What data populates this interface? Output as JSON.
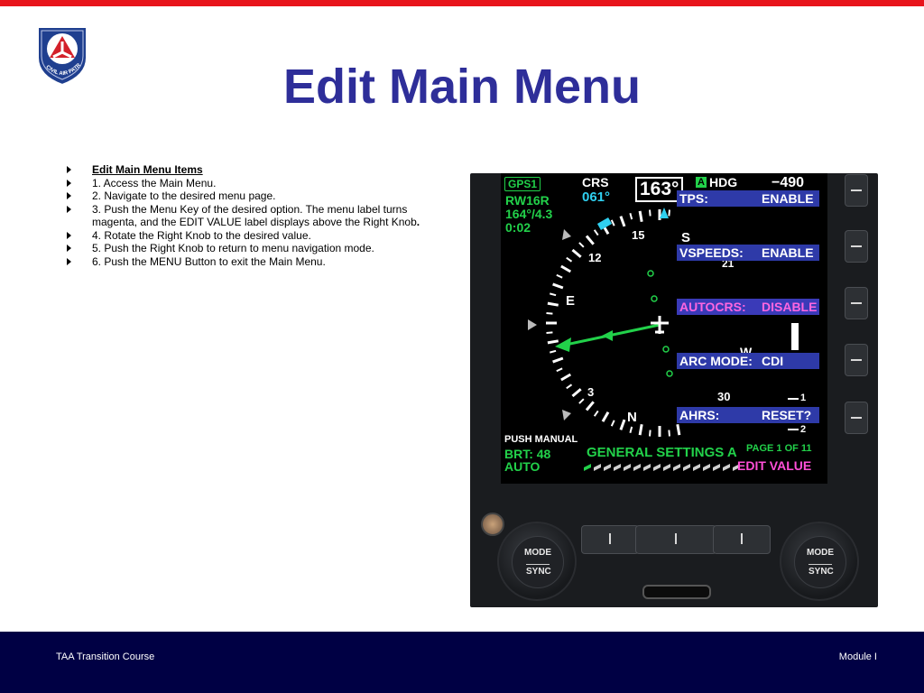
{
  "slide": {
    "title": "Edit Main Menu",
    "logo_text": "CIVIL AIR PATROL",
    "bullets": [
      "Edit Main Menu Items",
      "1. Access the Main Menu.",
      "2. Navigate to the desired menu page.",
      "3. Push the Menu Key of the desired option. The menu label turns magenta, and the EDIT VALUE label displays above the Right Knob",
      "4. Rotate the Right Knob to the desired value.",
      "5. Push the Right Knob to return to menu navigation mode.",
      "6. Push the MENU Button to exit the Main Menu."
    ],
    "bullet3_period": "."
  },
  "display": {
    "nav_source": "GPS1",
    "waypoint": "RW16R",
    "bearing_distance": "164°/4.3",
    "time": "0:02",
    "crs_label": "CRS",
    "crs_value": "061°",
    "heading_readout": "163°",
    "hdg_badge": "A",
    "hdg_label": "HDG",
    "vs_value": "−490",
    "menu_items": [
      {
        "name": "TPS:",
        "value": "ENABLE"
      },
      {
        "name": "VSPEEDS:",
        "value": "ENABLE"
      },
      {
        "name": "AUTOCRS:",
        "value": "DISABLE"
      },
      {
        "name": "ARC MODE:",
        "value": "CDI"
      },
      {
        "name": "AHRS:",
        "value": "RESET?"
      }
    ],
    "compass_labels": [
      "15",
      "S",
      "21",
      "12",
      "E",
      "W",
      "3",
      "N",
      "30"
    ],
    "vs_scale": [
      "1",
      "2"
    ],
    "push_manual": "PUSH MANUAL",
    "brightness": "BRT: 48",
    "auto": "AUTO",
    "page_title": "GENERAL SETTINGS A",
    "page_number": "PAGE 1 OF 11",
    "edit_value": "EDIT VALUE",
    "colors": {
      "green": "#22d14a",
      "cyan": "#2fd0f0",
      "magenta": "#ff4fd8",
      "menu_blue": "#2e3aa8"
    }
  },
  "knobs": {
    "left": {
      "line1": "MODE",
      "line2": "SYNC"
    },
    "right": {
      "line1": "MODE",
      "line2": "SYNC"
    }
  },
  "footer": {
    "left": "TAA Transition Course",
    "right": "Module I"
  },
  "colors": {
    "top_bar": "#e8141c",
    "title": "#2e2e99",
    "footer_bg": "#000044"
  }
}
